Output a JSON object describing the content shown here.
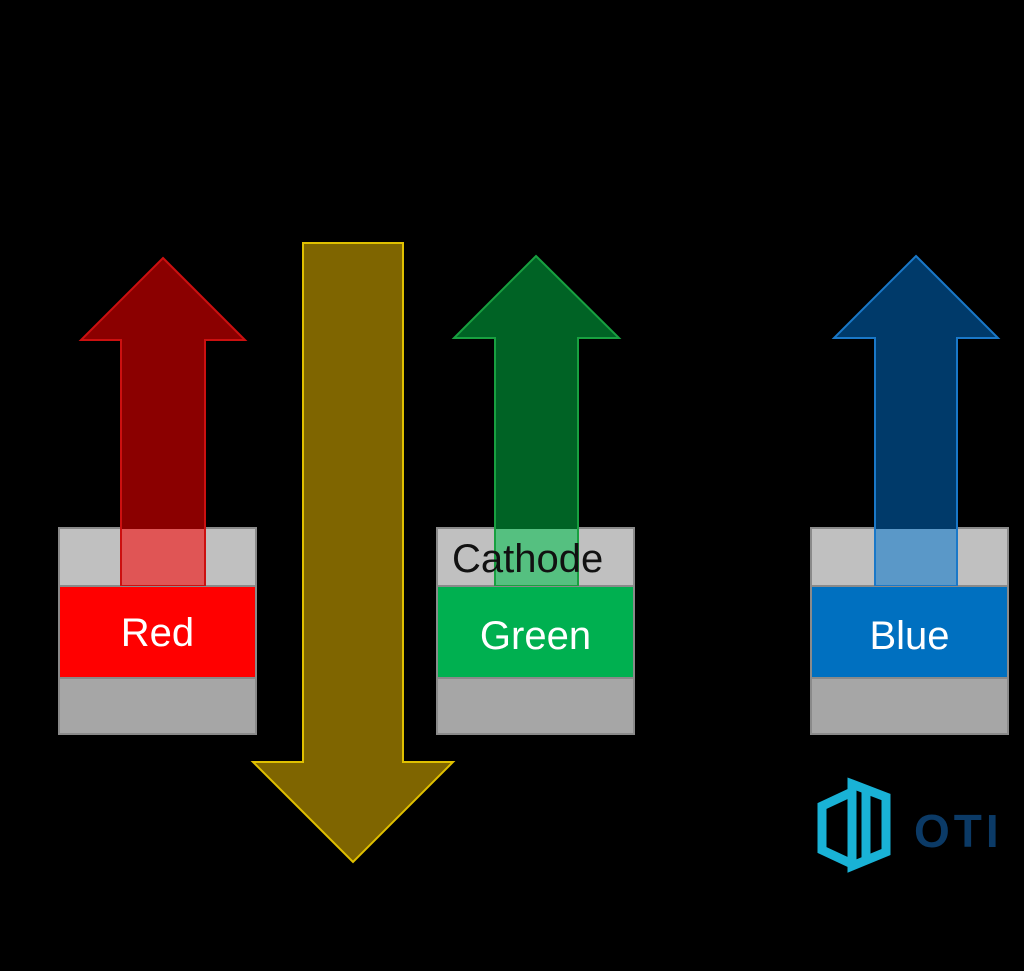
{
  "pixels": [
    {
      "label": "Red",
      "color": "#ff0000",
      "arrow_fill": "#8b0000",
      "arrow_stroke": "#cc1010",
      "overlap_fill": "#e05555"
    },
    {
      "label": "Green",
      "color": "#00b050",
      "arrow_fill": "#006325",
      "arrow_stroke": "#18a040",
      "overlap_fill": "#55c080"
    },
    {
      "label": "Blue",
      "color": "#0070c0",
      "arrow_fill": "#003a6a",
      "arrow_stroke": "#1a78c8",
      "overlap_fill": "#5a98c8"
    }
  ],
  "cathode_label": "Cathode",
  "incoming_arrow": {
    "fill": "#7f6500",
    "stroke": "#e0c000"
  },
  "layer_colors": {
    "cathode": "#c0c0c0",
    "substrate": "#a6a6a6"
  },
  "logo": {
    "text": "OTI",
    "icon": "oti-logo-icon",
    "accent": "#19b2d6"
  }
}
